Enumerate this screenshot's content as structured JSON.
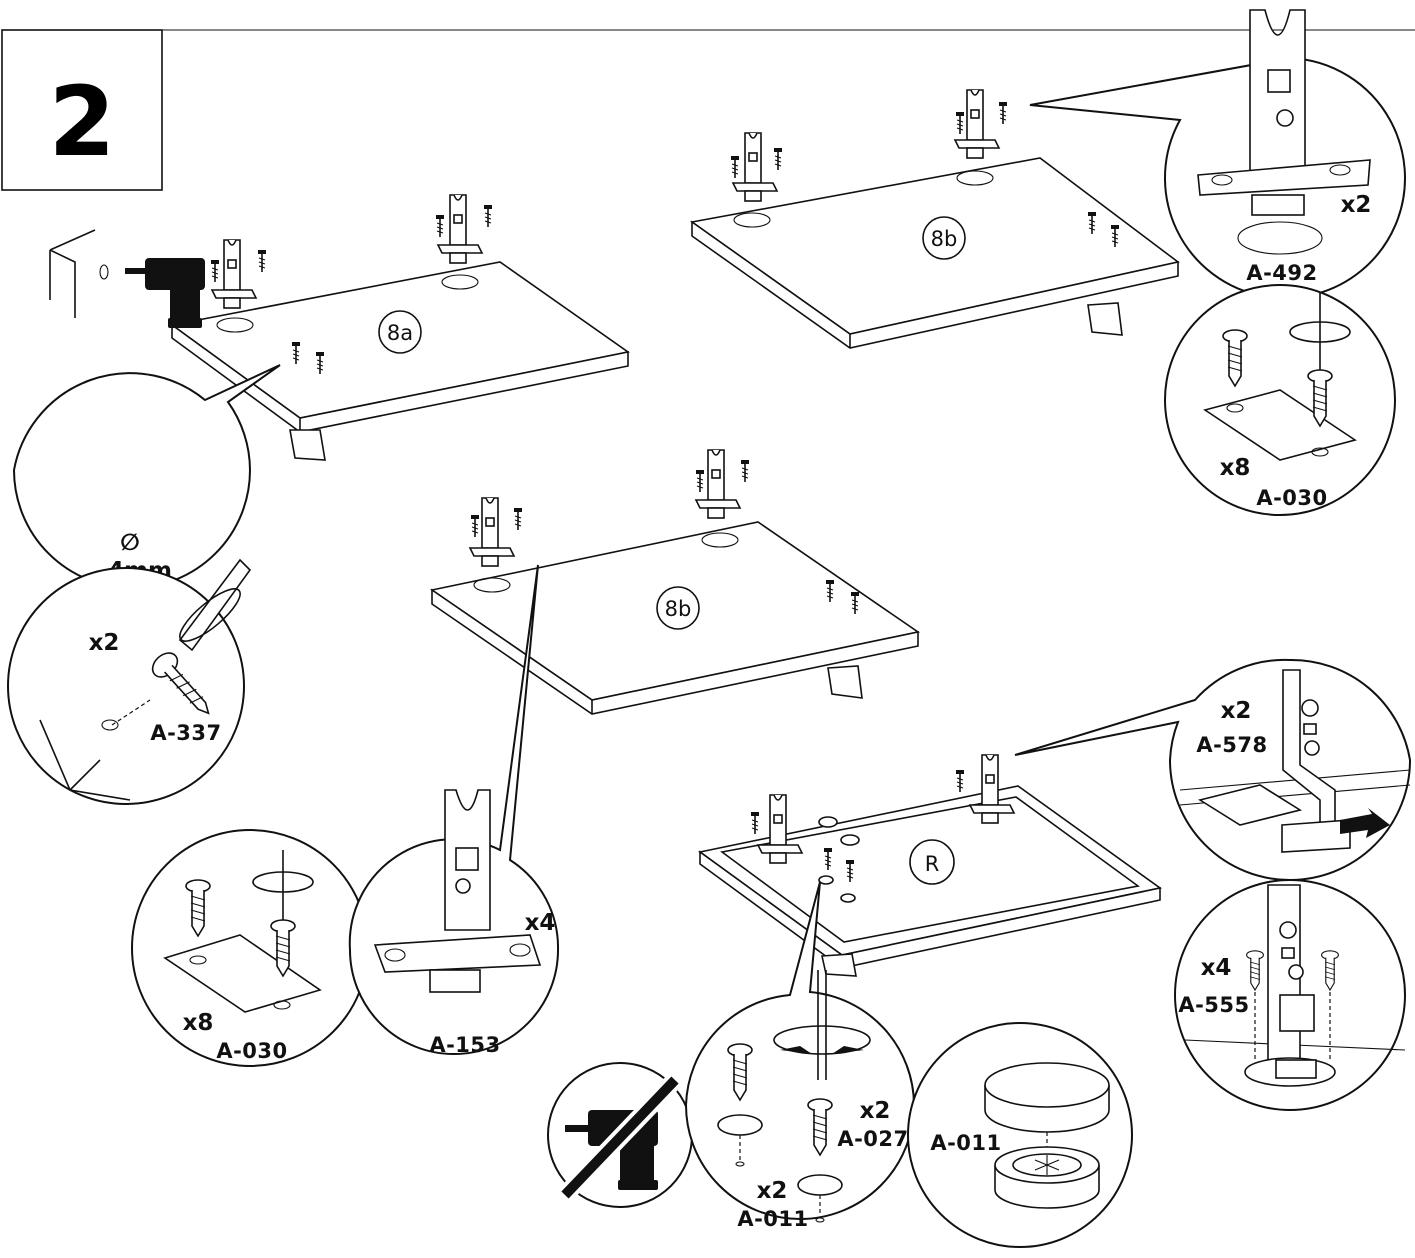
{
  "step": {
    "number": "2"
  },
  "panels": {
    "a": "8a",
    "b_top": "8b",
    "b_mid": "8b",
    "r": "R"
  },
  "details": {
    "drill": {
      "size": "4mm",
      "diameter_symbol": "∅",
      "icon": "drill-icon"
    },
    "screw_a337": {
      "qty": "x2",
      "code": "A-337"
    },
    "screw_a030_left": {
      "qty": "x8",
      "code": "A-030"
    },
    "hinge_a153": {
      "qty": "x4",
      "code": "A-153"
    },
    "hinge_a492": {
      "qty": "x2",
      "code": "A-492"
    },
    "screw_a030_right": {
      "qty": "x8",
      "code": "A-030"
    },
    "bracket_a578": {
      "qty": "x2",
      "code": "A-578"
    },
    "screw_a555": {
      "qty": "x4",
      "code": "A-555"
    },
    "screw_a027": {
      "qty": "x2",
      "code": "A-027"
    },
    "cap_a011_small": {
      "qty": "x2",
      "code": "A-011"
    },
    "cap_a011": {
      "code": "A-011"
    },
    "no_drill": {
      "icon": "no-power-drill-icon"
    }
  }
}
